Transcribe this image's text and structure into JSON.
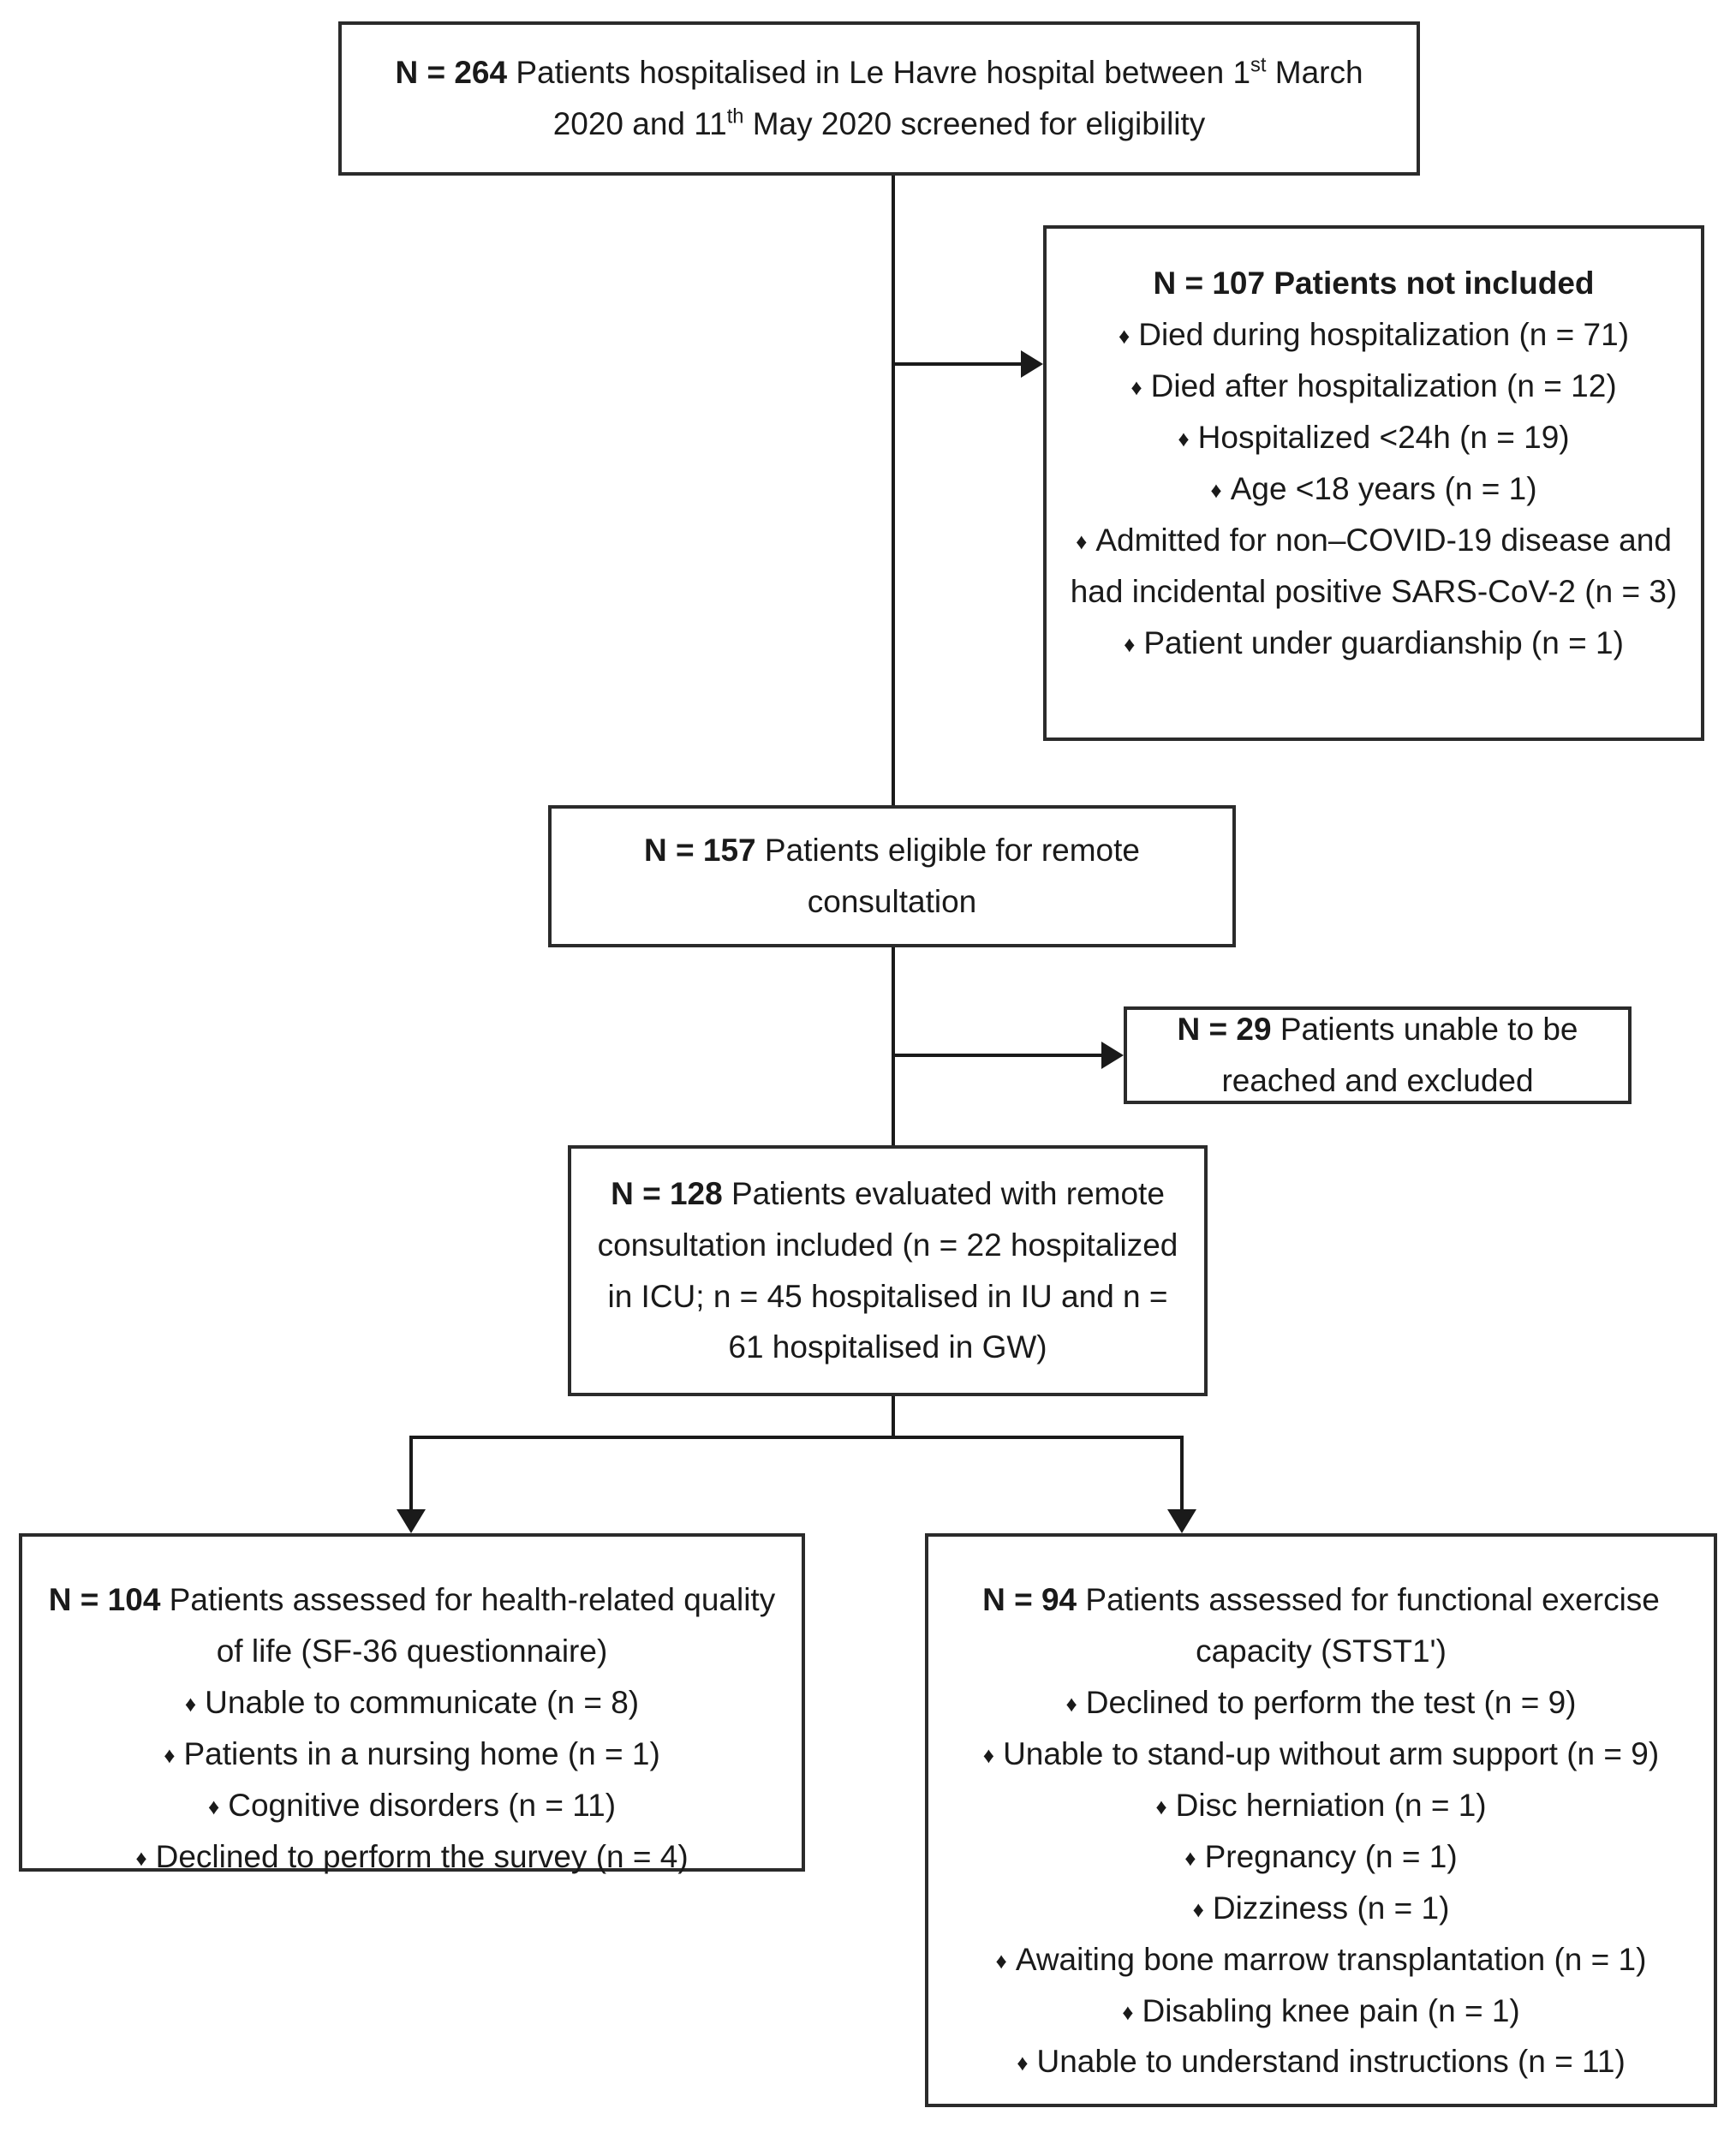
{
  "figure": {
    "type": "flowchart",
    "kind": "participant-flow-diagram",
    "nodes": {
      "screened": {
        "label_prefix": "N = 264",
        "text": " Patients hospitalised in Le Havre hospital between 1",
        "sup1": "st",
        "text2": " March 2020 and 11",
        "sup2": "th",
        "text3": " May 2020 screened for eligibility"
      },
      "not_included": {
        "heading_prefix": "N = 107",
        "heading_text": " Patients not included",
        "bullets": [
          "Died during hospitalization (n = 71)",
          "Died after hospitalization (n = 12)",
          "Hospitalized <24h (n = 19)",
          "Age <18 years (n = 1)",
          "Admitted for non–COVID-19 disease and had incidental positive SARS-CoV-2 (n = 3)",
          "Patient under guardianship (n = 1)"
        ]
      },
      "eligible": {
        "label_prefix": "N = 157",
        "text": " Patients eligible for remote consultation"
      },
      "unreached": {
        "label_prefix": "N = 29",
        "text": " Patients unable to be reached and excluded"
      },
      "evaluated": {
        "label_prefix": "N = 128",
        "text": " Patients evaluated with remote consultation included (n = 22 hospitalized in ICU; n = 45 hospitalised in IU and n = 61 hospitalised in GW)"
      },
      "hrqol": {
        "heading_prefix": "N = 104",
        "heading_text": " Patients assessed for health-related quality of life (SF-36 questionnaire)",
        "bullets": [
          "Unable to communicate (n = 8)",
          "Patients in a nursing home (n = 1)",
          "Cognitive disorders (n = 11)",
          "Declined to perform the survey (n = 4)"
        ]
      },
      "exercise": {
        "heading_prefix": "N = 94",
        "heading_text": " Patients assessed for functional exercise capacity (STST1')",
        "bullets": [
          "Declined to perform the test (n = 9)",
          "Unable to stand-up without arm support (n = 9)",
          "Disc herniation (n = 1)",
          "Pregnancy (n = 1)",
          "Dizziness (n = 1)",
          "Awaiting bone marrow transplantation (n = 1)",
          "Disabling knee pain (n = 1)",
          "Unable to understand instructions (n = 11)"
        ]
      }
    },
    "colors": {
      "line": "#1a1a1a",
      "border": "#2b2b2b",
      "background": "#ffffff"
    }
  }
}
